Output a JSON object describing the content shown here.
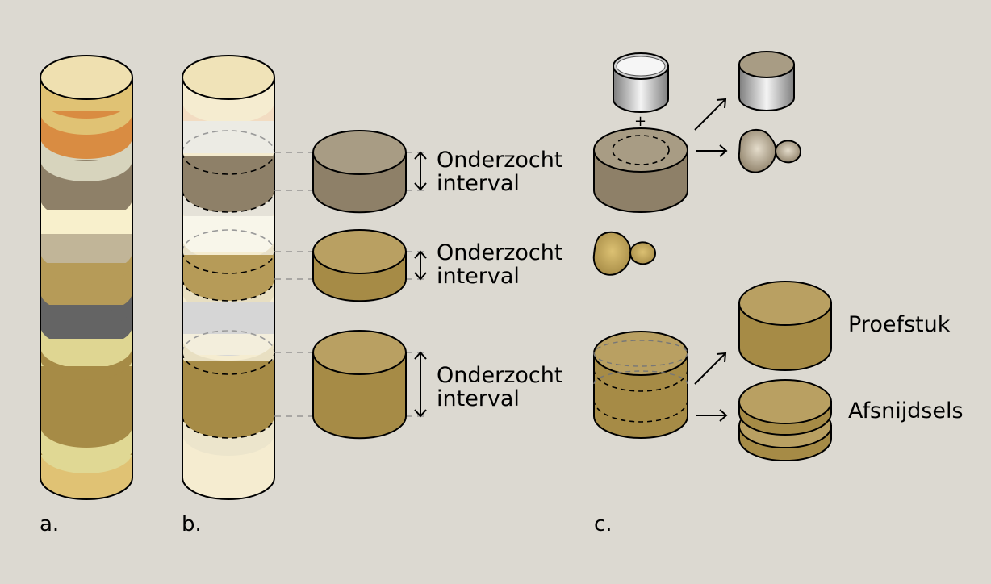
{
  "panels": {
    "a": "a.",
    "b": "b.",
    "c": "c."
  },
  "interval_label": {
    "line1": "Onderzocht",
    "line2": "interval"
  },
  "plus_sign": "+",
  "labels": {
    "specimen": "Proefstuk",
    "offcuts": "Afsnijdsels"
  },
  "colors": {
    "background": "#dcd9d1",
    "outline": "#000000",
    "layers_a": [
      "#e0c274",
      "#d98c42",
      "#d7d4bd",
      "#8e8068",
      "#f8f0cc",
      "#c1b598",
      "#b69b58",
      "#646464",
      "#dfd692",
      "#a68b46",
      "#e0d894",
      "#e0c274"
    ],
    "layers_b": [
      "#f5ecd0",
      "#f2dcc2",
      "#ecebe4",
      "#8e8068",
      "#e5e2d8",
      "#f8f6ea",
      "#e8e0c8",
      "#b69b58",
      "#e8dfc2",
      "#d6d6d6",
      "#f3eedc",
      "#a68b46",
      "#ece5cc",
      "#f5f0da"
    ],
    "grey_sample": "#8e8068",
    "gold_sample": "#a68b46",
    "metal_light": "#f2f2f2",
    "metal_dark": "#8a8a8a"
  }
}
